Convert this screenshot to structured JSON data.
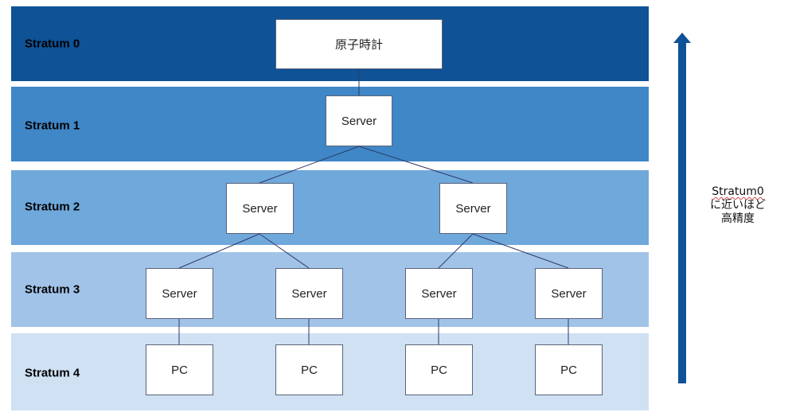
{
  "colors": {
    "stratum0": "#0f5296",
    "stratum1": "#3f87c6",
    "stratum2": "#6fa8db",
    "stratum3": "#a1c3e8",
    "stratum4": "#cfe1f3",
    "arrow": "#0f5296",
    "line": "#2f3a6a"
  },
  "strata": [
    {
      "label": "Stratum 0"
    },
    {
      "label": "Stratum 1"
    },
    {
      "label": "Stratum 2"
    },
    {
      "label": "Stratum 3"
    },
    {
      "label": "Stratum 4"
    }
  ],
  "nodes": {
    "atomic_clock": "原子時計",
    "s1": "Server",
    "s2_left": "Server",
    "s2_right": "Server",
    "s3_1": "Server",
    "s3_2": "Server",
    "s3_3": "Server",
    "s3_4": "Server",
    "pc_1": "PC",
    "pc_2": "PC",
    "pc_3": "PC",
    "pc_4": "PC"
  },
  "arrow_note": {
    "line1": "Stratum0",
    "line2": "に近いほど",
    "line3": "高精度"
  }
}
